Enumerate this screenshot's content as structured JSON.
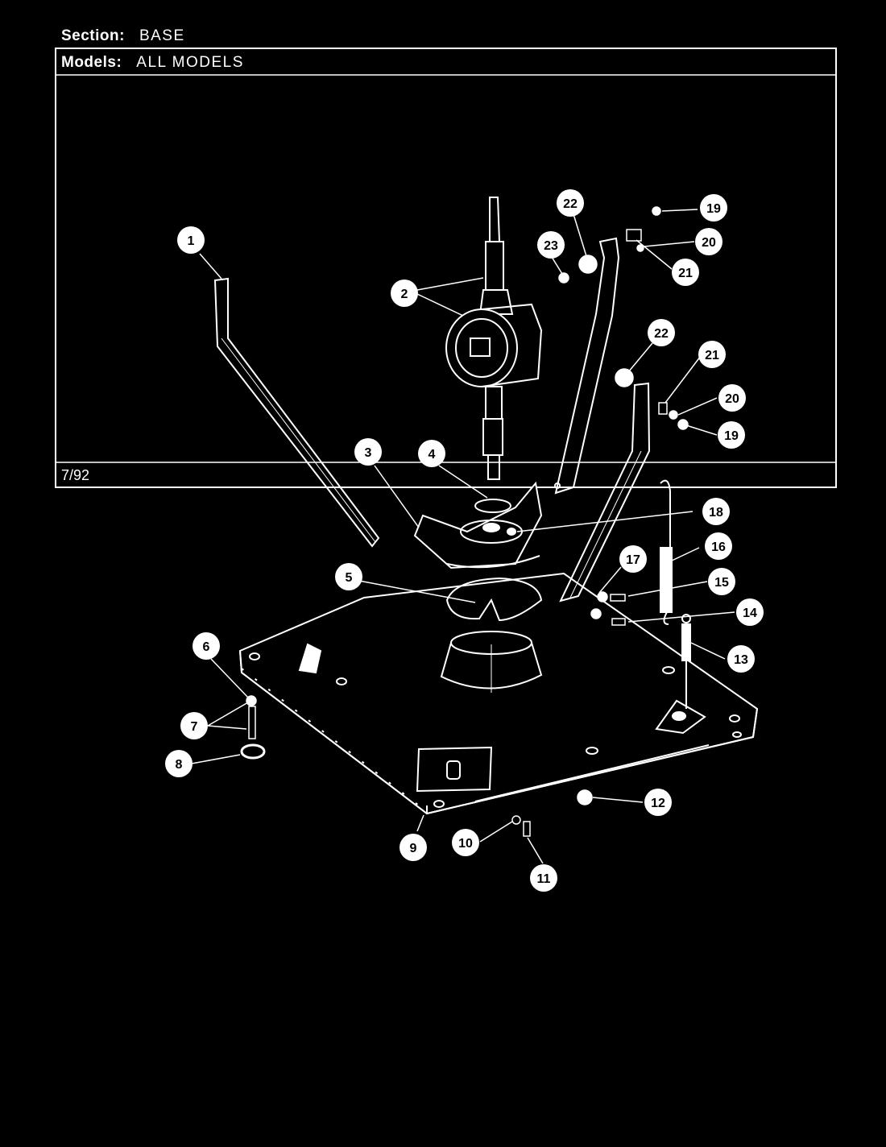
{
  "header": {
    "section_label": "Section:",
    "section_value": "BASE",
    "models_label": "Models:",
    "models_value": "ALL MODELS"
  },
  "footer": {
    "date": "7/92"
  },
  "callouts": [
    "1",
    "2",
    "3",
    "4",
    "5",
    "6",
    "7",
    "8",
    "9",
    "10",
    "11",
    "12",
    "13",
    "14",
    "15",
    "16",
    "17",
    "18",
    "19",
    "20",
    "21",
    "22",
    "23"
  ]
}
